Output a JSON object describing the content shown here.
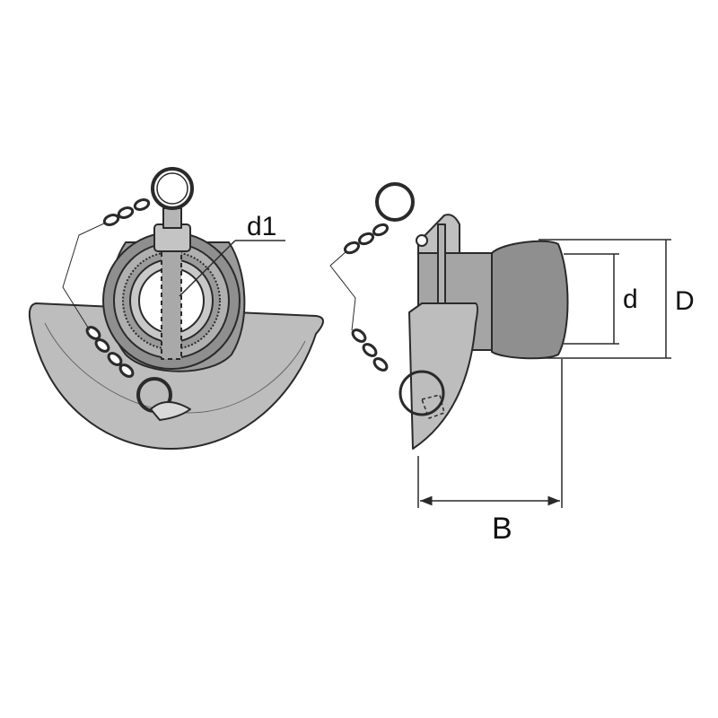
{
  "labels": {
    "d1": "d1",
    "d": "d",
    "D": "D",
    "B": "B"
  },
  "colors": {
    "line": "#2a2a2a",
    "fill_light": "#bdbdbd",
    "fill_mid": "#a3a3a3",
    "fill_dark": "#8a8a8a",
    "background": "#ffffff"
  }
}
